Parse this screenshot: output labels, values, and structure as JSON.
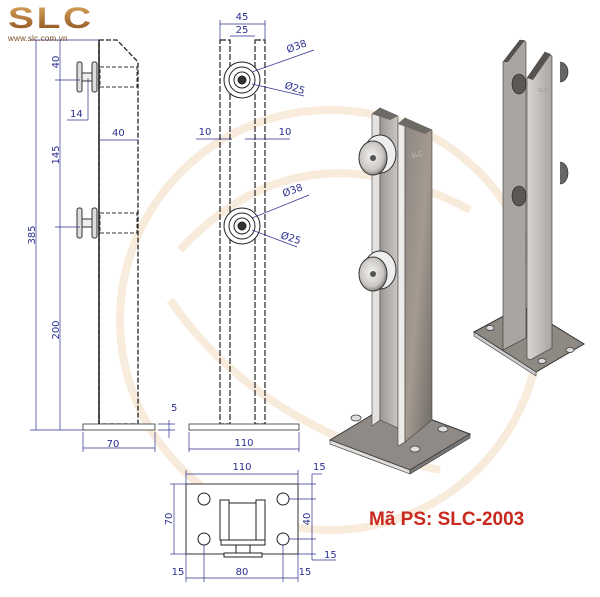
{
  "brand": {
    "logo_text": "SLC",
    "website": "www.slc.com.vn",
    "logo_color": "#b87733"
  },
  "product": {
    "code_label": "Mã PS: SLC-2003",
    "code_color": "#c8281e"
  },
  "colors": {
    "dimension": "#2b2f8f",
    "outline": "#222222",
    "watermark": "#f6e4cc",
    "steel_light": "#c9c7c4",
    "steel_dark": "#7d7874"
  },
  "drawings": {
    "side_view": {
      "dimensions": {
        "top_offset": "40",
        "fitting_depth": "14",
        "post_depth": "40",
        "fitting_spacing": "145",
        "total_height": "385",
        "lower_height": "200",
        "base_thickness": "5",
        "base_depth": "70"
      }
    },
    "front_view": {
      "dimensions": {
        "overall_width": "45",
        "gap_width": "25",
        "outer_diameter_top": "Ø38",
        "inner_diameter_top": "Ø25",
        "outer_diameter_bottom": "Ø38",
        "inner_diameter_bottom": "Ø25",
        "left_flat": "10",
        "right_flat": "10",
        "base_width": "110"
      }
    },
    "base_plan": {
      "dimensions": {
        "plate_width": "110",
        "plate_depth": "70",
        "hole_spacing_x": "80",
        "hole_spacing_y": "40",
        "edge_left": "15",
        "edge_right": "15",
        "edge_top": "15",
        "edge_bottom": "15"
      }
    }
  }
}
